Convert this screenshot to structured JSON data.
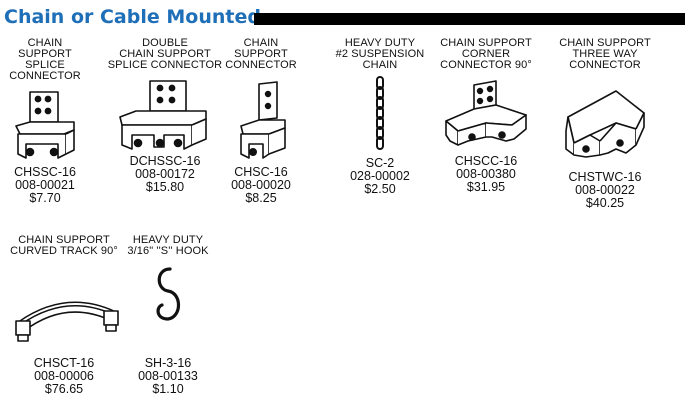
{
  "header": {
    "title": "Chain or Cable Mounted"
  },
  "products": [
    {
      "name": "CHAIN SUPPORT\nSPLICE\nCONNECTOR",
      "sku": "CHSSC-16",
      "part": "008-00021",
      "price": "$7.70",
      "icon": "splice-connector-icon"
    },
    {
      "name": "DOUBLE\nCHAIN SUPPORT\nSPLICE CONNECTOR",
      "sku": "DCHSSC-16",
      "part": "008-00172",
      "price": "$15.80",
      "icon": "double-splice-connector-icon"
    },
    {
      "name": "CHAIN SUPPORT\nCONNECTOR",
      "sku": "CHSC-16",
      "part": "008-00020",
      "price": "$8.25",
      "icon": "connector-icon"
    },
    {
      "name": "HEAVY DUTY\n#2 SUSPENSION\nCHAIN",
      "sku": "SC-2",
      "part": "028-00002",
      "price": "$2.50",
      "icon": "suspension-chain-icon"
    },
    {
      "name": "CHAIN SUPPORT\nCORNER\nCONNECTOR 90°",
      "sku": "CHSCC-16",
      "part": "008-00380",
      "price": "$31.95",
      "icon": "corner-connector-icon"
    },
    {
      "name": "CHAIN SUPPORT\nTHREE WAY CONNECTOR",
      "sku": "CHSTWC-16",
      "part": "008-00022",
      "price": "$40.25",
      "icon": "three-way-connector-icon"
    },
    {
      "name": "CHAIN SUPPORT\nCURVED TRACK 90°",
      "sku": "CHSCT-16",
      "part": "008-00006",
      "price": "$76.65",
      "icon": "curved-track-icon"
    },
    {
      "name": "HEAVY DUTY\n3/16\"  ''S'' HOOK",
      "sku": "SH-3-16",
      "part": "008-00133",
      "price": "$1.10",
      "icon": "s-hook-icon"
    }
  ]
}
